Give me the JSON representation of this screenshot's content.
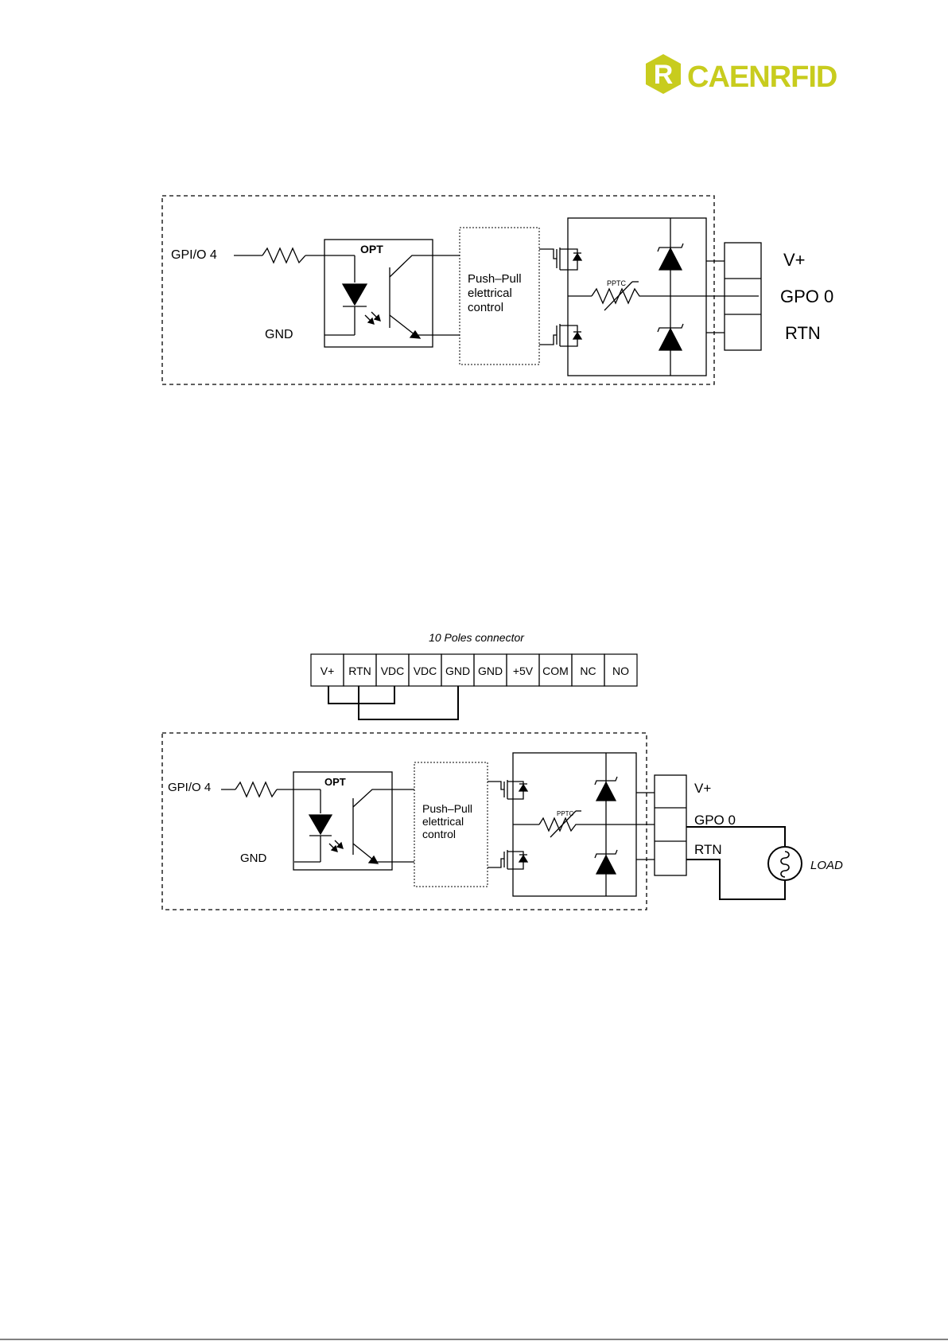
{
  "logo": {
    "letter": "R",
    "text": "CAENRFID",
    "color": "#c8cc1e"
  },
  "colors": {
    "line": "#000000",
    "background": "#ffffff"
  },
  "diagram1": {
    "input_label": "GPI/O 4",
    "gnd_label": "GND",
    "opt_label": "OPT",
    "control_lines": [
      "Push–Pull",
      "elettrical",
      "control"
    ],
    "pptc_label": "PPTC",
    "terminals": [
      "V+",
      "GPO 0",
      "RTN"
    ]
  },
  "connector": {
    "title": "10 Poles connector",
    "pins": [
      "V+",
      "RTN",
      "VDC",
      "VDC",
      "GND",
      "GND",
      "+5V",
      "COM",
      "NC",
      "NO"
    ]
  },
  "diagram2": {
    "input_label": "GPI/O 4",
    "gnd_label": "GND",
    "opt_label": "OPT",
    "control_lines": [
      "Push–Pull",
      "elettrical",
      "control"
    ],
    "pptc_label": "PPTC",
    "terminals": [
      "V+",
      "GPO 0",
      "RTN"
    ],
    "load_label": "LOAD"
  }
}
